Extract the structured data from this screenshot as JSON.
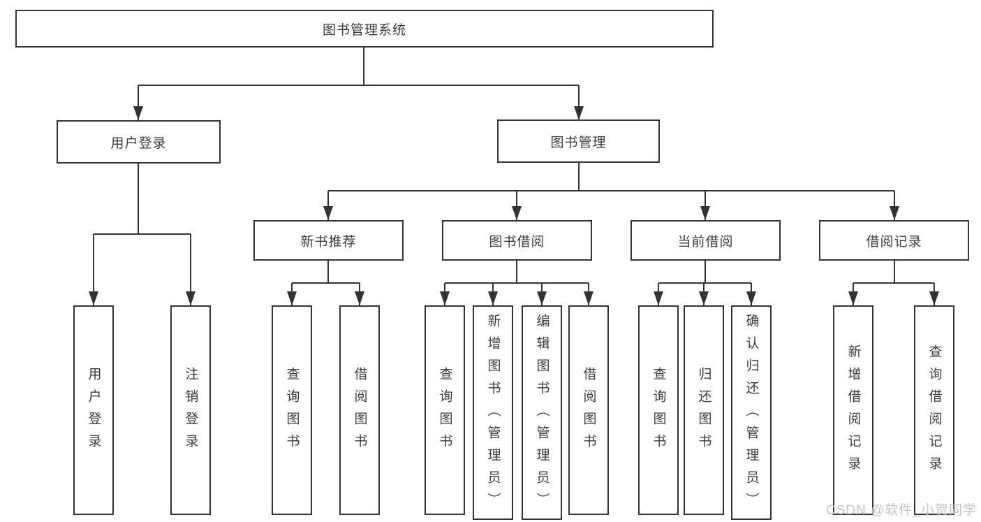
{
  "colors": {
    "line": "#333333",
    "box_border": "#333333",
    "text": "#3d3d3d",
    "watermark": "#c4c4c4",
    "background": "#ffffff"
  },
  "tree": {
    "label": "图书管理系统",
    "children": [
      {
        "label": "用户登录",
        "children": [
          {
            "label": "用户登录"
          },
          {
            "label": "注销登录"
          }
        ]
      },
      {
        "label": "图书管理",
        "children": [
          {
            "label": "新书推荐",
            "children": [
              {
                "label": "查询图书"
              },
              {
                "label": "借阅图书"
              }
            ]
          },
          {
            "label": "图书借阅",
            "children": [
              {
                "label": "查询图书"
              },
              {
                "label": "新增图书（管理员）"
              },
              {
                "label": "编辑图书（管理员）"
              },
              {
                "label": "借阅图书"
              }
            ]
          },
          {
            "label": "当前借阅",
            "children": [
              {
                "label": "查询图书"
              },
              {
                "label": "归还图书"
              },
              {
                "label": "确认归还（管理员）"
              }
            ]
          },
          {
            "label": "借阅记录",
            "children": [
              {
                "label": "新增借阅记录"
              },
              {
                "label": "查询借阅记录"
              }
            ]
          }
        ]
      }
    ]
  },
  "watermark": {
    "text": "CSDN @软件_小贺同学"
  }
}
